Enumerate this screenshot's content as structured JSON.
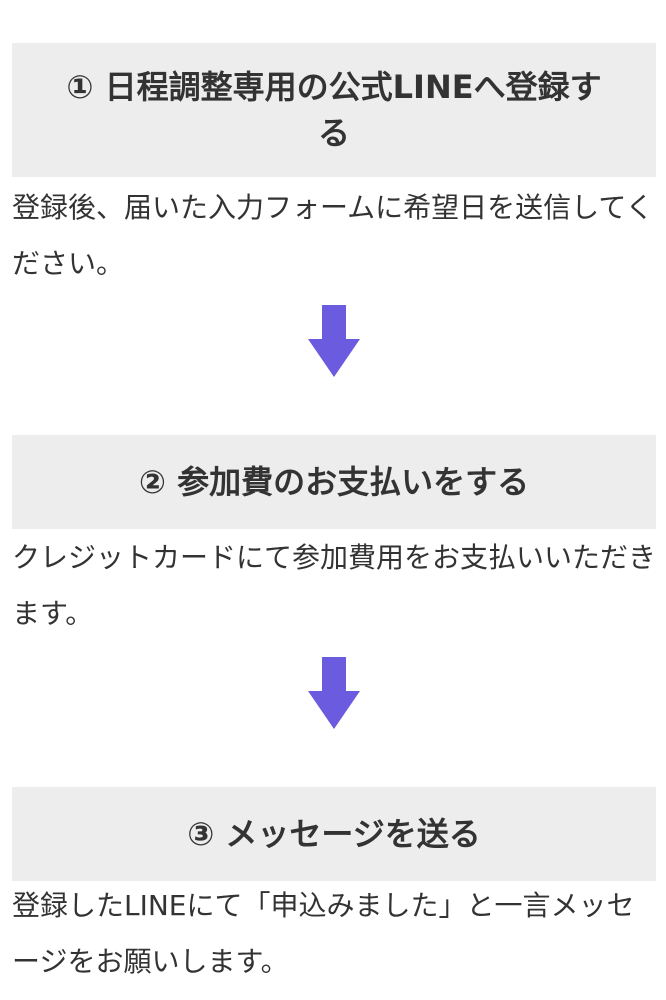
{
  "steps": [
    {
      "heading": "① 日程調整専用の公式LINEへ登録する",
      "text": "登録後、届いた入力フォームに希望日を送信してください。"
    },
    {
      "heading": "② 参加費のお支払いをする",
      "text": "クレジットカードにて参加費用をお支払いいただきます。"
    },
    {
      "heading": "③ メッセージを送る",
      "text": "登録したLINEにて「申込みました」と一言メッセージをお願いします。"
    }
  ],
  "colors": {
    "heading_bg": "#ededed",
    "text": "#333333",
    "arrow": "#6b5bde"
  },
  "icons": {
    "arrow": "arrow-down-icon"
  }
}
